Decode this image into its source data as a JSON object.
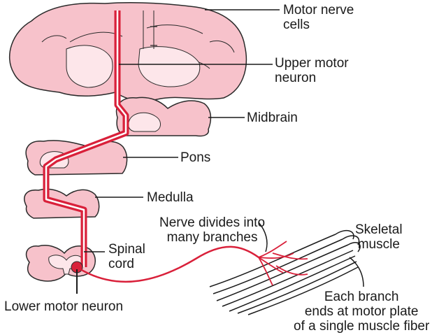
{
  "labels": {
    "motor_nerve_cells": "Motor nerve\ncells",
    "upper_motor_neuron": "Upper motor\nneuron",
    "midbrain": "Midbrain",
    "pons": "Pons",
    "medulla": "Medulla",
    "nerve_divides": "Nerve divides into\nmany branches",
    "skeletal_muscle": "Skeletal\nmuscle",
    "spinal_cord": "Spinal\ncord",
    "lower_motor_neuron": "Lower motor neuron",
    "each_branch": "Each branch\nends at motor plate\nof a single muscle fiber"
  },
  "colors": {
    "tissue_fill": "#f7c2cb",
    "tissue_inner": "#fde6ea",
    "outline": "#2a2a2a",
    "nerve": "#d9203a",
    "text": "#1a1a1a"
  }
}
